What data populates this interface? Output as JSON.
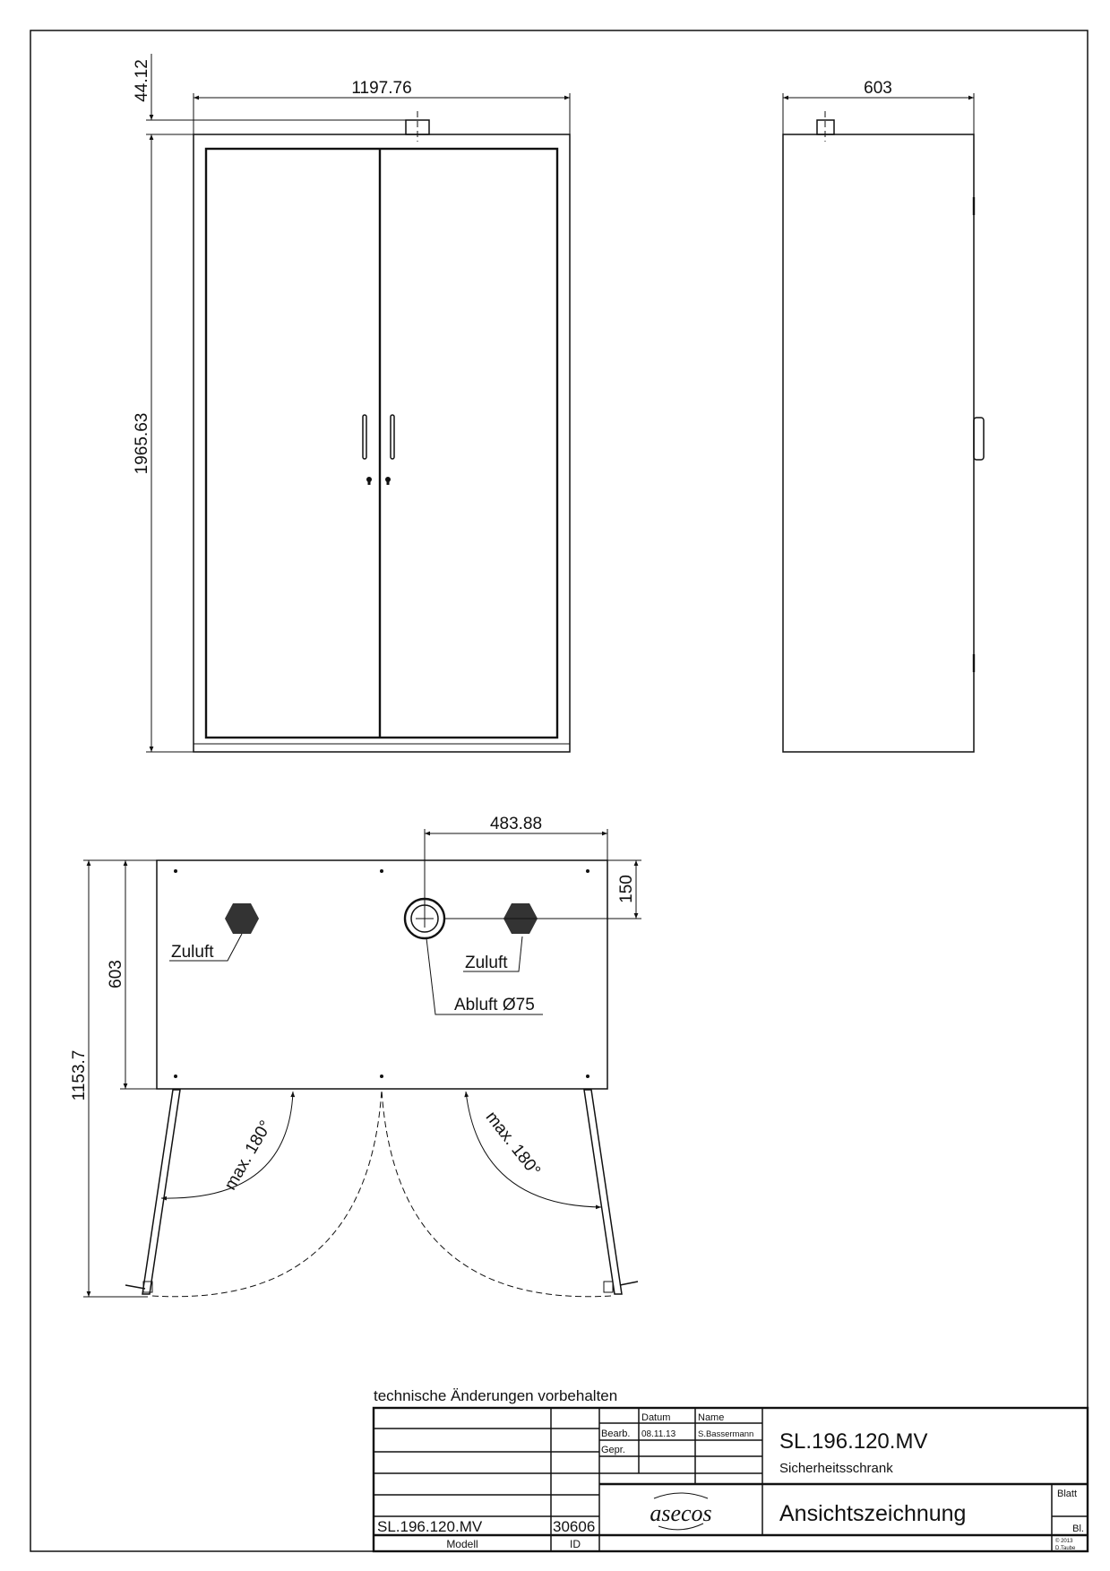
{
  "front_view": {
    "width_dim": "1197.76",
    "height_dim": "1965.63",
    "top_vent_dim": "44.12"
  },
  "side_view": {
    "depth_dim": "603"
  },
  "plan_view": {
    "vent_offset_dim": "483.88",
    "vent_depth_dim": "150",
    "depth_dim": "603",
    "total_depth_dim": "1153.7",
    "supply_left_label": "Zuluft",
    "supply_right_label": "Zuluft",
    "exhaust_label": "Abluft Ø75",
    "angle_left_label": "max. 180°",
    "angle_right_label": "max. 180°"
  },
  "title_block": {
    "note": "technische Änderungen vorbehalten",
    "col_datum": "Datum",
    "col_name": "Name",
    "row_bearb": "Bearb.",
    "bearb_date": "08.11.13",
    "bearb_name": "S.Bassermann",
    "row_gepr": "Gepr.",
    "drawing_number": "SL.196.120.MV",
    "product_type": "Sicherheitsschrank",
    "drawing_title": "Ansichtszeichnung",
    "blatt_label": "Blatt",
    "bl_label": "Bl.",
    "copyright_line1": "© 2013",
    "copyright_line2": "D.Taube",
    "model_value": "SL.196.120.MV",
    "id_value": "30606",
    "model_label": "Modell",
    "id_label": "ID",
    "logo_text": "asecos"
  }
}
